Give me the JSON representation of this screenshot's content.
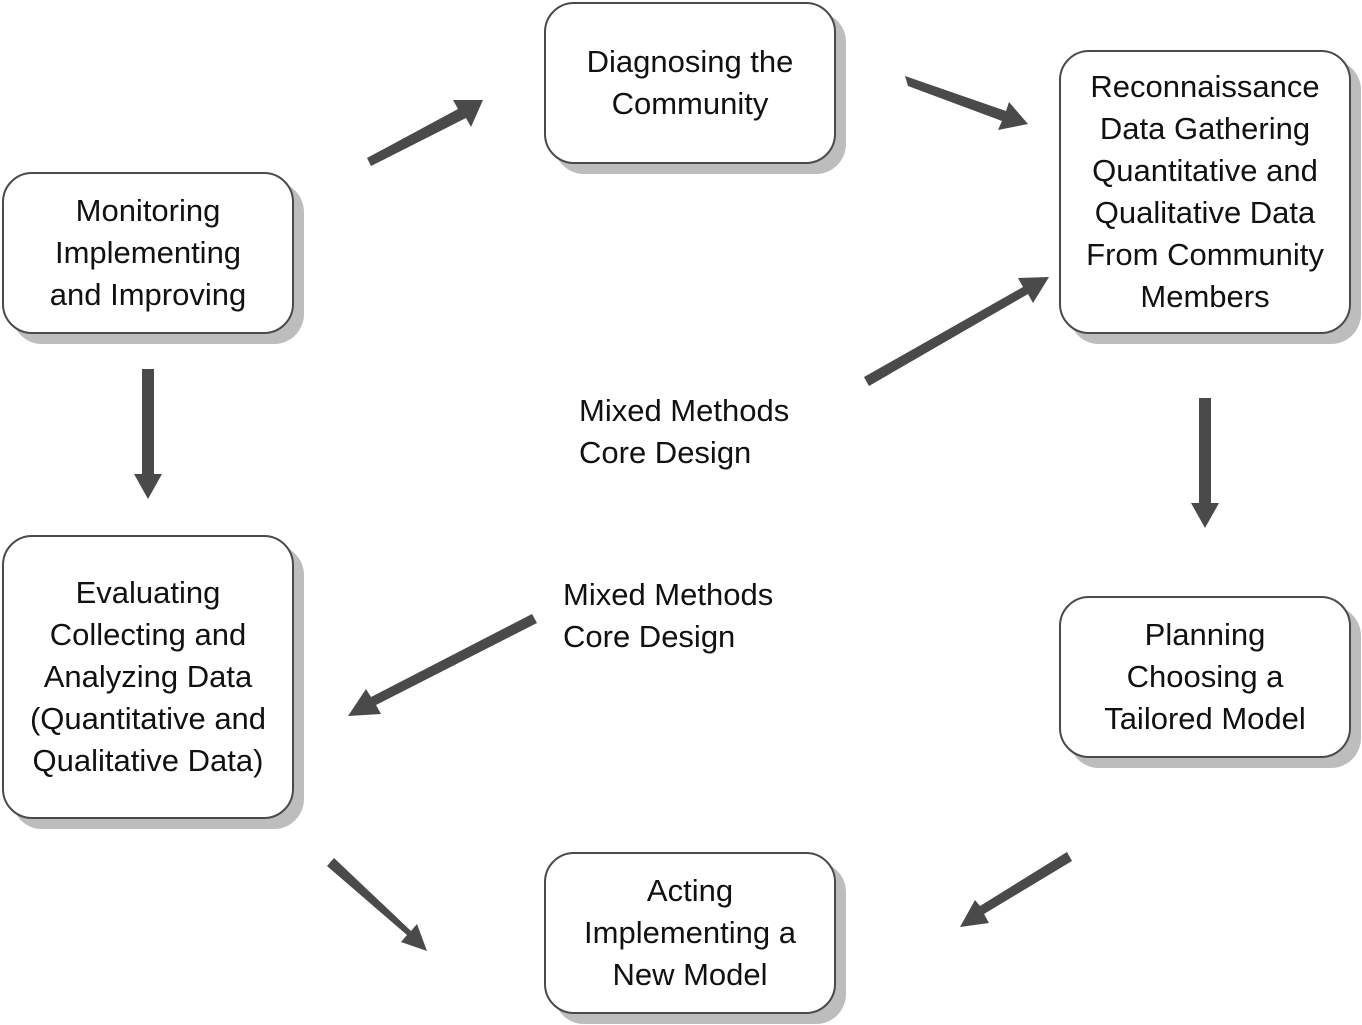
{
  "diagram": {
    "nodes": {
      "diagnosing": [
        "Diagnosing the",
        "Community"
      ],
      "reconnaissance": [
        "Reconnaissance",
        "Data Gathering",
        "Quantitative and",
        "Qualitative Data",
        "From Community",
        "Members"
      ],
      "planning": [
        "Planning",
        "Choosing a",
        "Tailored Model"
      ],
      "acting": [
        "Acting",
        "Implementing a",
        "New Model"
      ],
      "evaluating": [
        "Evaluating",
        "Collecting and",
        "Analyzing Data",
        "(Quantitative and",
        "Qualitative Data)"
      ],
      "monitoring": [
        "Monitoring",
        "Implementing",
        "and Improving"
      ]
    },
    "center_labels": {
      "upper": [
        "Mixed Methods",
        "Core Design"
      ],
      "lower": [
        "Mixed Methods",
        "Core Design"
      ]
    },
    "edges": [
      {
        "from": "monitoring",
        "to": "diagnosing"
      },
      {
        "from": "diagnosing",
        "to": "reconnaissance"
      },
      {
        "from": "reconnaissance",
        "to": "planning"
      },
      {
        "from": "planning",
        "to": "acting"
      },
      {
        "from": "evaluating",
        "to": "acting"
      },
      {
        "from": "monitoring",
        "to": "evaluating"
      },
      {
        "from": "upper_label",
        "to": "reconnaissance"
      },
      {
        "from": "lower_label",
        "to": "evaluating"
      }
    ],
    "colors": {
      "arrow": "#4a4a4a",
      "box_border": "#4a4a4a",
      "box_shadow": "#bdbdbd",
      "text": "#111111"
    }
  }
}
